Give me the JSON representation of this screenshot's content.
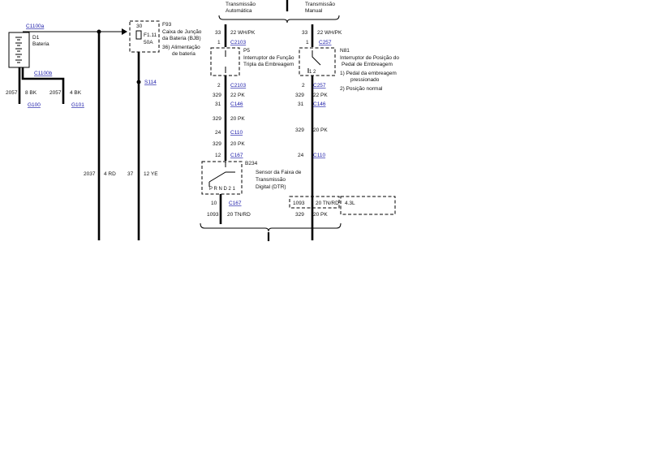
{
  "header": {
    "auto_col": [
      "Transmissão",
      "Automática"
    ],
    "manual_col": [
      "Transmissão",
      "Manual"
    ]
  },
  "battery": {
    "connector_top": "C1100a",
    "ref": "D1",
    "name": "Bateria",
    "connector_mid": "C1100b",
    "left_circuit": "2057",
    "left_wire": "8 BK",
    "left_ground": "G100",
    "right_circuit": "2057",
    "right_wire": "4 BK",
    "right_ground": "G101"
  },
  "fuse_box": {
    "ref": "F93",
    "desc": [
      "Caixa de Junção",
      "da Bateria (BJB)"
    ],
    "pin_in": "30",
    "fuse_id": "F1.11",
    "fuse_rating": "50A",
    "pin_out": "36)",
    "pin_out_desc": [
      "Alimentação",
      "de bateria"
    ],
    "splice": "S114",
    "wire_left_circuit": "2037",
    "wire_left": "4 RD",
    "wire_right_circuit": "37",
    "wire_right": "12 YE"
  },
  "automatic": {
    "top_circuit": "33",
    "top_wire": "22 WH/PK",
    "c1_pin": "1",
    "c1": "C2103",
    "switch_ref": "P5",
    "switch_desc": [
      "Interruptor de Função",
      "Tripla da Embreagem"
    ],
    "c2_pin": "2",
    "c2": "C2103",
    "w2_circuit": "329",
    "w2": "22 PK",
    "c3_pin": "31",
    "c3": "C146",
    "w3_circuit": "329",
    "w3": "20 PK",
    "c4_pin": "24",
    "c4": "C110",
    "w4_circuit": "329",
    "w4": "20 PK",
    "c5_pin": "12",
    "c5": "C167",
    "sensor_ref": "B234",
    "sensor_desc": [
      "Sensor da Faixa de",
      "Transmissão",
      "Digital (DTR)"
    ],
    "sensor_positions": "P R N D 2 1",
    "c6_pin": "10",
    "c6": "C167",
    "bottom_circuit": "1093",
    "bottom_wire": "20 TN/RD"
  },
  "manual": {
    "top_circuit": "33",
    "top_wire": "22 WH/PK",
    "c1_pin": "1",
    "c1": "C257",
    "switch_ref": "N81",
    "switch_desc": [
      "Interruptor de Posição do",
      "Pedal de Embreagem"
    ],
    "notes": [
      "1)  Pedal da embreagem",
      "pressionado",
      "2)  Posição normal"
    ],
    "c2_pin": "2",
    "c2": "C257",
    "w2_circuit": "329",
    "w2": "22 PK",
    "c3_pin": "31",
    "c3": "C146",
    "w3_circuit": "329",
    "w3": "20 PK",
    "c4_pin": "24",
    "c4": "C110",
    "engine_circuit": "1093",
    "engine_wire": "20 TN/RD",
    "engine_label": "4.3L",
    "bottom_circuit": "329",
    "bottom_wire": "20 PK"
  }
}
